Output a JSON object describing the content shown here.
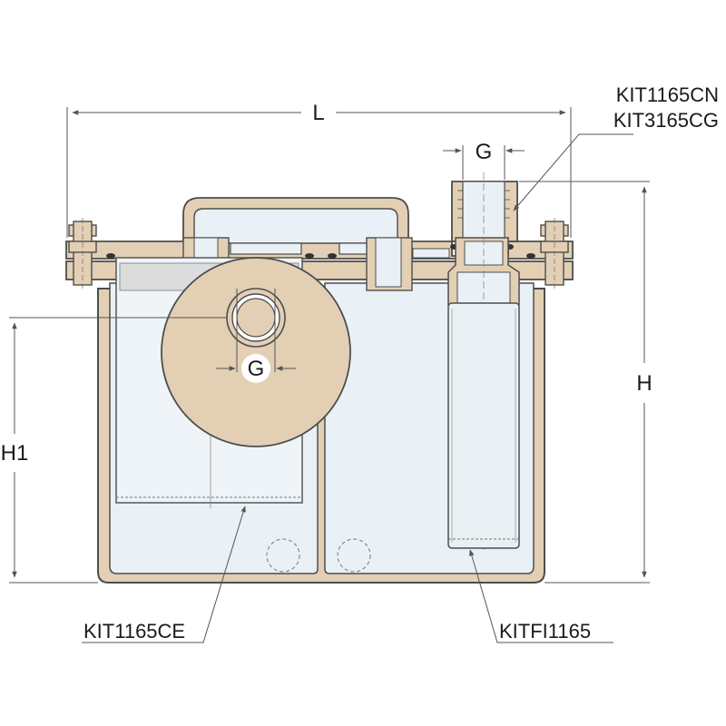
{
  "dimensions": {
    "length": "L",
    "height": "H",
    "height_inlet": "H1",
    "thread_outlet": "G",
    "thread_inlet": "G"
  },
  "callouts": {
    "top_right_line1": "KIT1165CN",
    "top_right_line2": "KIT3165CG",
    "bottom_left": "KIT1165CE",
    "bottom_right": "KITFI1165"
  },
  "colors": {
    "body": "#e3cfb4",
    "outline": "#4d4d4d",
    "glass": "#e9f1f6",
    "dimension_line": "#555555"
  }
}
